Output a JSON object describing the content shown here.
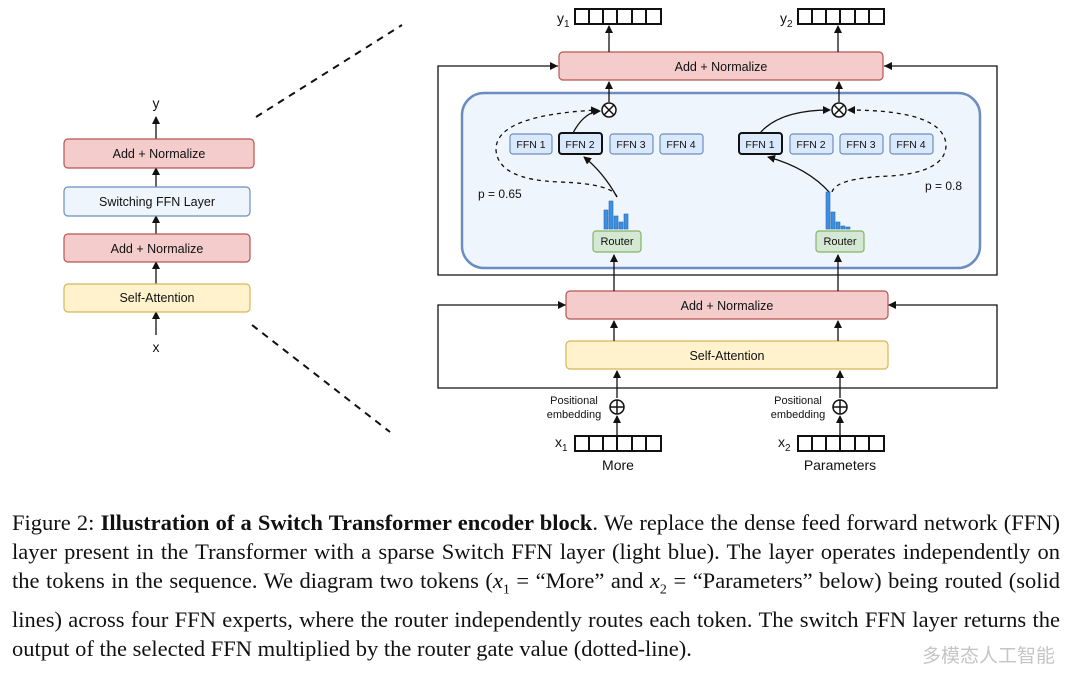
{
  "left_block": {
    "output_label": "y",
    "input_label": "x",
    "add_norm_top": "Add + Normalize",
    "switch_ffn": "Switching FFN Layer",
    "add_norm_bottom": "Add + Normalize",
    "self_attention": "Self-Attention"
  },
  "right_block": {
    "add_norm_top": "Add + Normalize",
    "add_norm_mid": "Add + Normalize",
    "self_attention": "Self-Attention",
    "token1": {
      "output_label": "y",
      "output_sub": "1",
      "input_label": "x",
      "input_sub": "1",
      "word": "More",
      "positional": [
        "Positional",
        "embedding"
      ],
      "router": "Router",
      "prob": "p = 0.65",
      "ffns": [
        "FFN 1",
        "FFN 2",
        "FFN 3",
        "FFN 4"
      ]
    },
    "token2": {
      "output_label": "y",
      "output_sub": "2",
      "input_label": "x",
      "input_sub": "2",
      "word": "Parameters",
      "positional": [
        "Positional",
        "embedding"
      ],
      "router": "Router",
      "prob": "p = 0.8",
      "ffns": [
        "FFN 1",
        "FFN 2",
        "FFN 3",
        "FFN 4"
      ]
    }
  },
  "caption": {
    "prefix": "Figure 2: ",
    "title": "Illustration of a Switch Transformer encoder block",
    "text1": ". We replace the dense feed forward network (FFN) layer present in the Transformer with a sparse Switch FFN layer (light blue). The layer operates independently on the tokens in the sequence. We diagram two tokens (",
    "x1": "x",
    "x1_sub": "1",
    "eq1": " = “More” and ",
    "x2": "x",
    "x2_sub": "2",
    "eq2": " = “Parameters” below) being routed (solid lines) across four FFN experts, where the router independently routes each token. The switch FFN layer returns the output of the selected FFN multiplied by the router gate value (dotted-line)."
  },
  "watermark": "多模态人工智能",
  "colors": {
    "red_fill": "#f4cccc",
    "red_stroke": "#b85450",
    "yellow_fill": "#fff2cc",
    "yellow_stroke": "#d6b656",
    "blue_fill": "#dae8fc",
    "blue_stroke": "#6c8ebf",
    "green_fill": "#d5e8d4",
    "green_stroke": "#82b366",
    "switch_bg": "#eef5fc",
    "bar": "#3d8fe0"
  }
}
